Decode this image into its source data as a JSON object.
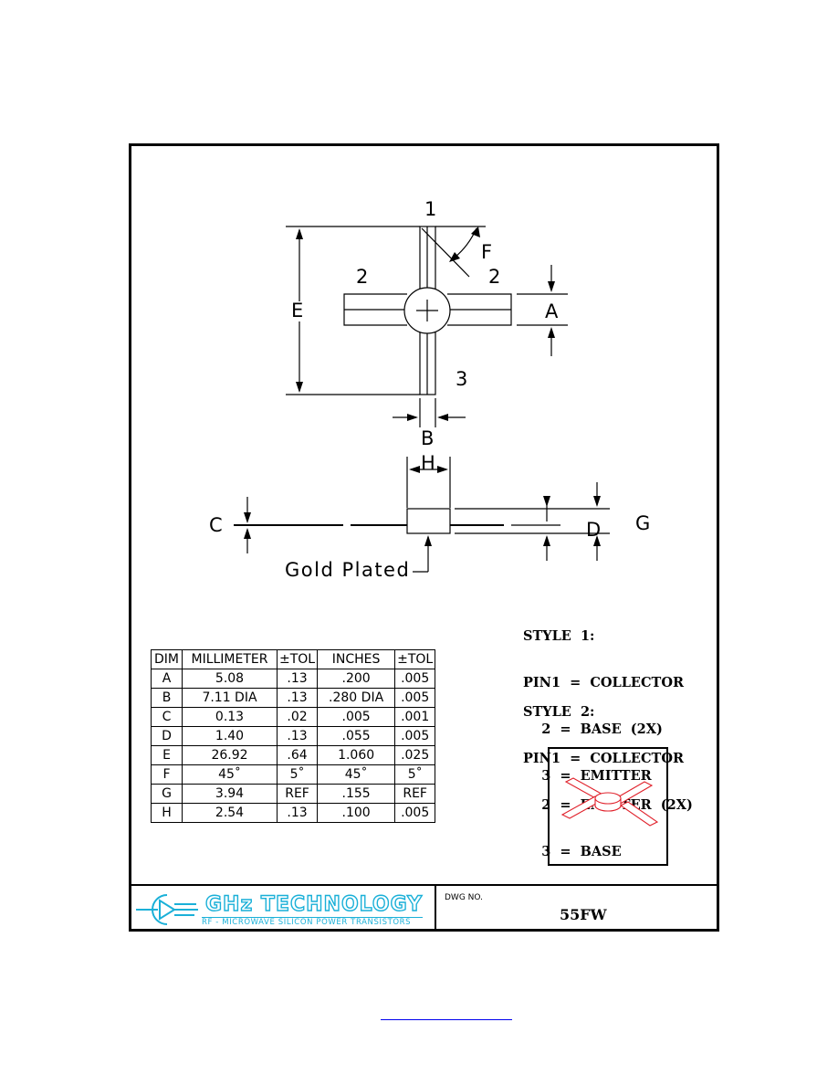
{
  "drawing": {
    "labels": {
      "pin1": "1",
      "pin2_left": "2",
      "pin2_right": "2",
      "pin3": "3",
      "e": "E",
      "a": "A",
      "f": "F",
      "b": "B",
      "h": "H",
      "c": "C",
      "d": "D",
      "g": "G"
    },
    "gold_plated": "Gold Plated"
  },
  "styles": {
    "style1": [
      "STYLE  1:",
      "PIN1  =  COLLECTOR",
      "    2  =  BASE  (2X)",
      "    3  =  EMITTER"
    ],
    "style2": [
      "STYLE  2:",
      "PIN1  =  COLLECTOR",
      "    2  =  EMITTER  (2X)",
      "    3  =  BASE"
    ]
  },
  "table": {
    "headers": [
      "DIM",
      "MILLIMETER",
      "±TOL",
      "INCHES",
      "±TOL"
    ],
    "rows": [
      [
        "A",
        "5.08",
        ".13",
        ".200",
        ".005"
      ],
      [
        "B",
        "7.11  DIA",
        ".13",
        ".280  DIA",
        ".005"
      ],
      [
        "C",
        "0.13",
        ".02",
        ".005",
        ".001"
      ],
      [
        "D",
        "1.40",
        ".13",
        ".055",
        ".005"
      ],
      [
        "E",
        "26.92",
        ".64",
        "1.060",
        ".025"
      ],
      [
        "F",
        "45˚",
        "5˚",
        "45˚",
        "5˚"
      ],
      [
        "G",
        "3.94",
        "REF",
        ".155",
        "REF"
      ],
      [
        "H",
        "2.54",
        ".13",
        ".100",
        ".005"
      ]
    ]
  },
  "title_block": {
    "company": "GHz TECHNOLOGY",
    "tagline": "RF  -  MICROWAVE  SILICON  POWER  TRANSISTORS",
    "dwg_label": "DWG  NO.",
    "dwg_number": "55FW"
  },
  "colors": {
    "logo": "#1ab0d8",
    "preview": "#e0202a",
    "link": "#0000ee"
  }
}
